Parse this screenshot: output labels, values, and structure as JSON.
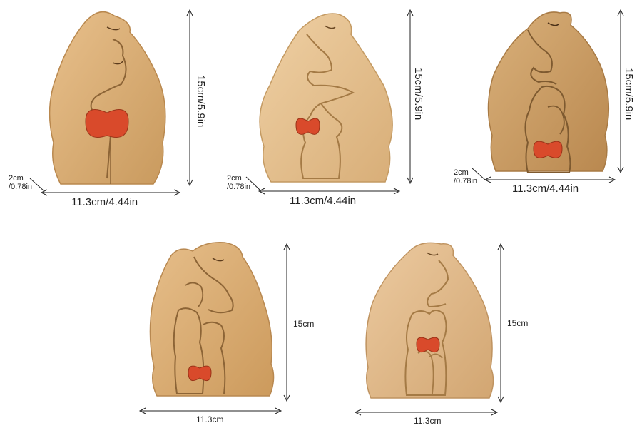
{
  "palette": {
    "wood_light": "#e9c597",
    "wood_mid": "#d9ad74",
    "wood_dark": "#b98a52",
    "groove": "#8c6436",
    "heart": "#d94a2b",
    "line": "#222222"
  },
  "products": [
    {
      "id": "two-bears",
      "width_label": "11.3cm/4.44in",
      "height_label": "15cm/5.9in",
      "depth_label_line1": "2cm",
      "depth_label_line2": "/0.78in"
    },
    {
      "id": "two-bears-one-cub",
      "width_label": "11.3cm/4.44in",
      "height_label": "15cm/5.9in",
      "depth_label_line1": "2cm",
      "depth_label_line2": "/0.78in"
    },
    {
      "id": "two-bears-two-cubs",
      "width_label": "11.3cm/4.44in",
      "height_label": "15cm/5.9in",
      "depth_label_line1": "2cm",
      "depth_label_line2": "/0.78in"
    },
    {
      "id": "bears-family-large",
      "width_label": "11.3cm",
      "height_label": "15cm"
    },
    {
      "id": "bears-family-four-cubs",
      "width_label": "11.3cm",
      "height_label": "15cm"
    }
  ]
}
